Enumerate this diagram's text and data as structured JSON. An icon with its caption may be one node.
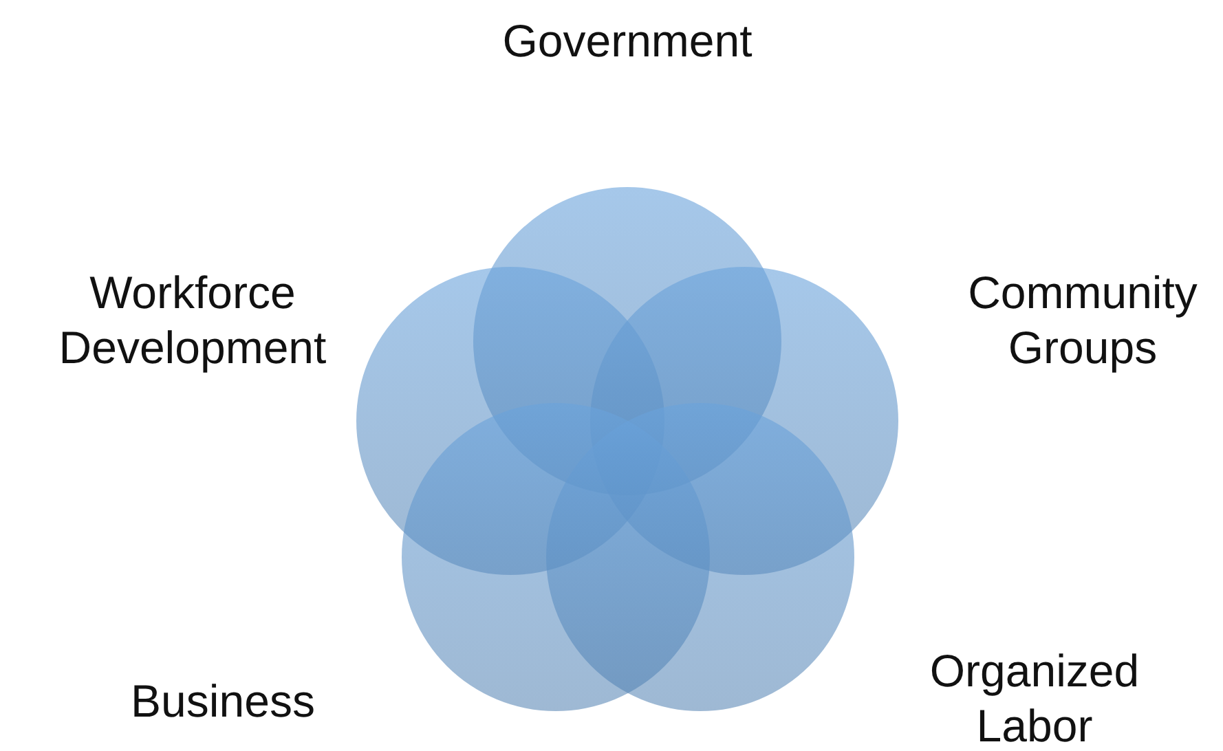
{
  "diagram": {
    "nodes": [
      {
        "text": [
          "Government"
        ]
      },
      {
        "text": [
          "Workforce Development"
        ]
      },
      {
        "text": [
          "Community Groups"
        ]
      },
      {
        "text": [
          "Business"
        ]
      },
      {
        "text": [
          "Organized Labor"
        ]
      }
    ]
  }
}
